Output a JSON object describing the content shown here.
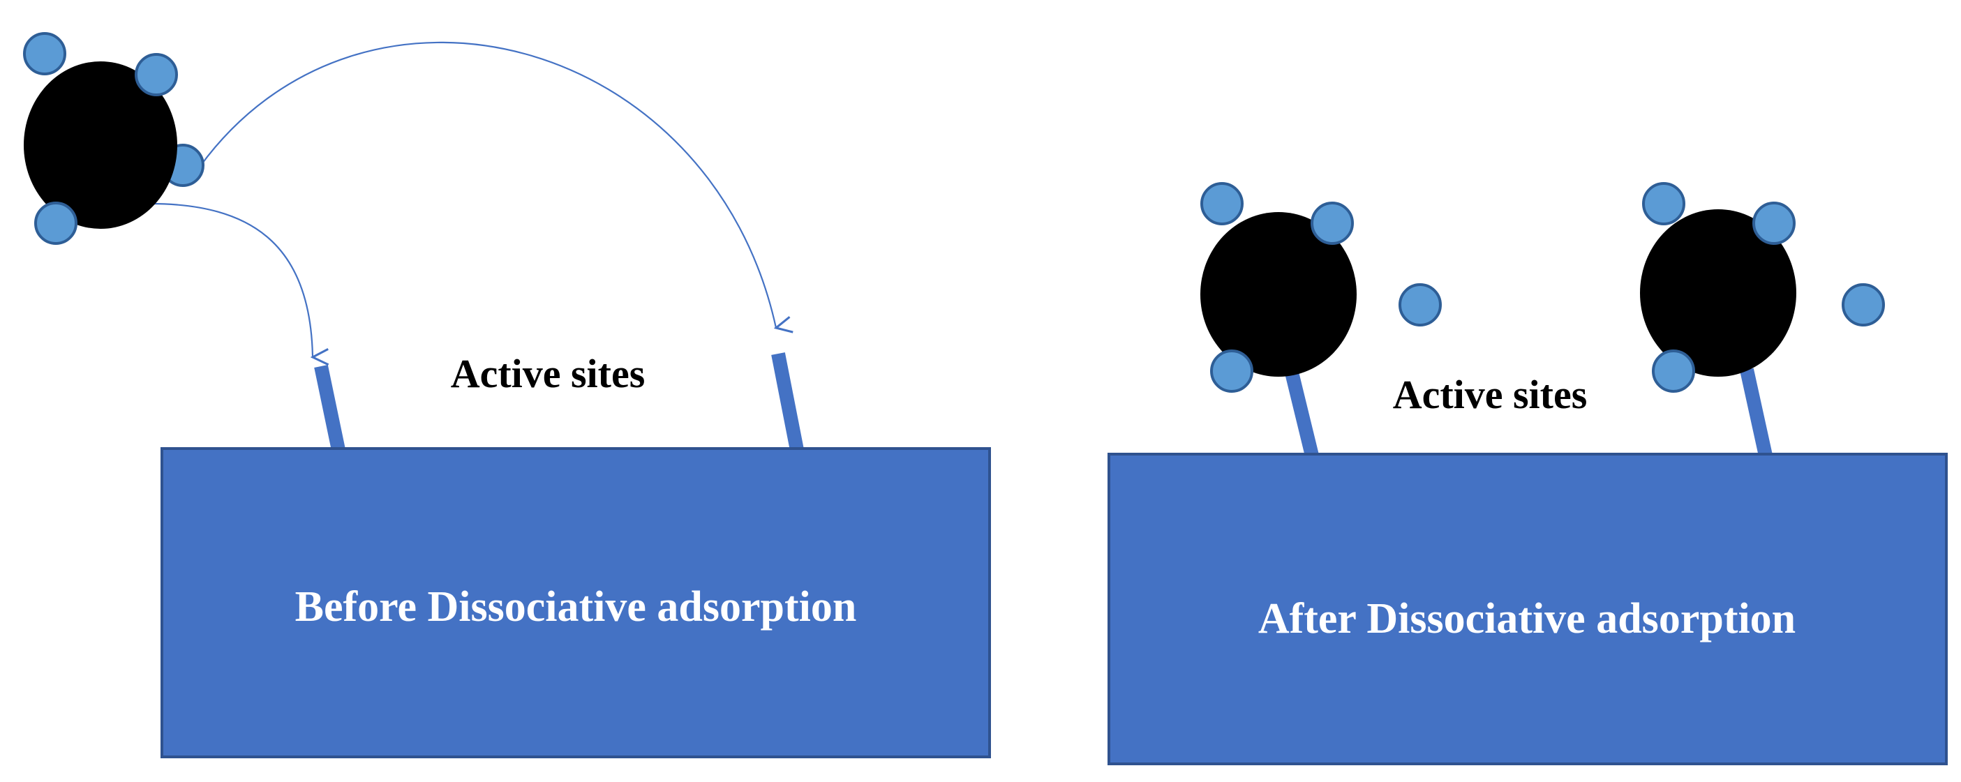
{
  "panels": {
    "before": {
      "surface_label": "Before Dissociative adsorption",
      "sites_label": "Active sites"
    },
    "after": {
      "surface_label": "After Dissociative adsorption",
      "sites_label": "Active sites"
    }
  },
  "colors": {
    "surface": "#4472c4",
    "atom_small": "#5b9bd5",
    "atom_small_outline": "#2e5e96",
    "atom_large": "#000000",
    "arrow": "#4472c4",
    "label_dark": "#000000",
    "label_light": "#ffffff"
  }
}
